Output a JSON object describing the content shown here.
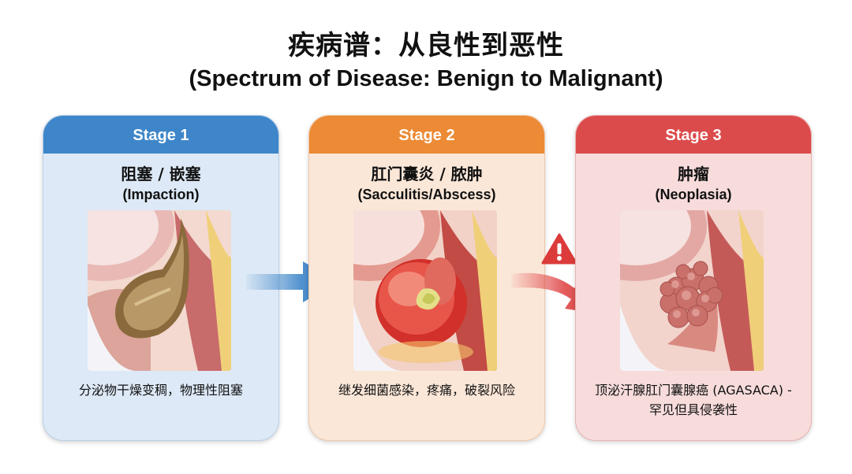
{
  "title": {
    "zh": "疾病谱：从良性到恶性",
    "en": "(Spectrum of Disease: Benign to Malignant)"
  },
  "stages": [
    {
      "label": "Stage 1",
      "name_zh": "阻塞 / 嵌塞",
      "name_en": "(Impaction)",
      "desc": "分泌物干燥变稠，物理性阻塞",
      "color": "#3e86c9"
    },
    {
      "label": "Stage 2",
      "name_zh": "肛门囊炎 / 脓肿",
      "name_en": "(Sacculitis/Abscess)",
      "desc": "继发细菌感染，疼痛，破裂风险",
      "color": "#ec8a35"
    },
    {
      "label": "Stage 3",
      "name_zh": "肿瘤",
      "name_en": "(Neoplasia)",
      "desc": "顶泌汗腺肛门囊腺癌 (AGASACA) - 罕见但具侵袭性",
      "color": "#dc4b4c"
    }
  ],
  "icons": {
    "progression_arrow": "right-arrow-icon",
    "escalation_arrow": "curved-arrow-icon",
    "warning": "warning-icon"
  }
}
